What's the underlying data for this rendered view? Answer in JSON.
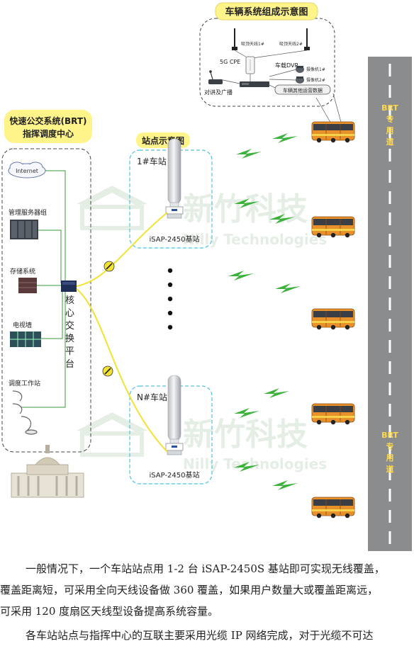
{
  "vehicle_box": {
    "title": "车辆系统组成示意图",
    "antenna1": "吸顶天线1#",
    "antenna2": "吸顶天线2#",
    "cpe": "5G CPE",
    "dvr": "车载DVR",
    "camera1": "摄像机1#",
    "camera2": "摄像机2#",
    "intercom": "对讲及广播",
    "other_data": "车辆其他运营数据"
  },
  "command_center": {
    "title_line1": "快速公交系统(BRT)",
    "title_line2": "指挥调度中心",
    "internet": "Internet",
    "servers": "管理服务器组",
    "storage": "存储系统",
    "tv_wall": "电视墙",
    "workstation": "调度工作站",
    "core_switch": [
      "核",
      "心",
      "交",
      "换",
      "平",
      "台"
    ]
  },
  "stations": {
    "title": "站点示意图",
    "station1": "1#车站",
    "stationN": "N#车站",
    "base1": "iSAP-2450基站",
    "baseN": "iSAP-2450基站"
  },
  "road": {
    "label_top": [
      "BRT",
      "专",
      "用",
      "道"
    ],
    "label_bottom": [
      "BRT",
      "专",
      "用",
      "道"
    ]
  },
  "watermark": {
    "cn": "新竹科技",
    "en": "Nilly Technologies"
  },
  "colors": {
    "title_bg": "#fff48a",
    "road": "#8a8c8e",
    "fiber": "#f2e233",
    "green_line": "#3a9a3a",
    "bus_orange": "#e8902a",
    "lightning": "#3cb13c",
    "label_yellow": "#ffd84a"
  },
  "text": {
    "p1_line1": "一般情况下，一个车站站点用 1-2 台 iSAP-2450S 基站即可实现无线覆盖，",
    "p1_line2": "覆盖距离短，可采用全向天线设备做 360 覆盖，如果用户数量大或覆盖距离远，",
    "p1_line3": "可采用 120 度扇区天线型设备提高系统容量。",
    "p2_line1": "各车站站点与指挥中心的互联主要采用光缆 IP 网络完成，对于光缆不可达"
  }
}
